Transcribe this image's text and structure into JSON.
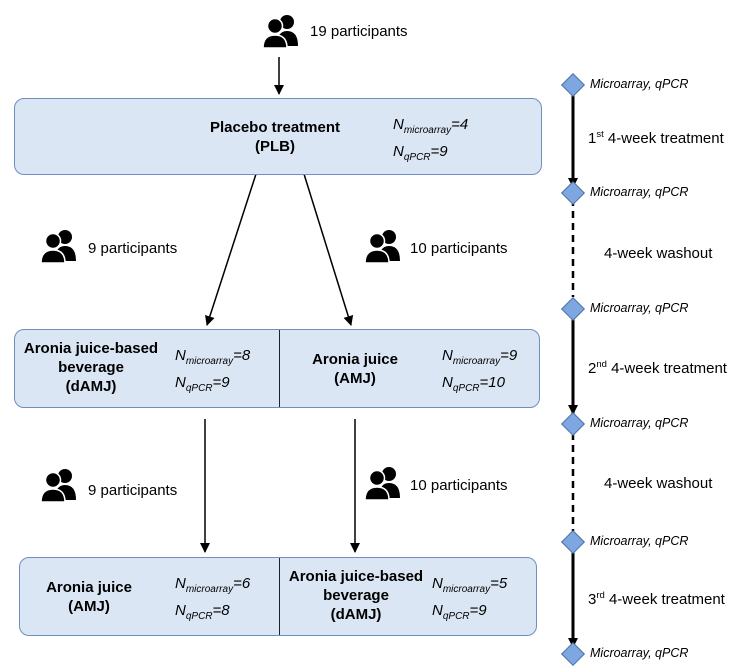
{
  "participants": {
    "top": "19 participants",
    "left1": "9 participants",
    "right1": "10 participants",
    "left2": "9 participants",
    "right2": "10 participants"
  },
  "boxes": {
    "placebo": {
      "label_line1": "Placebo treatment",
      "label_line2": "(PLB)",
      "n_array_prefix": "N",
      "n_array_sub": "microarray",
      "n_array_val": "=4",
      "n_qpcr_prefix": "N",
      "n_qpcr_sub": "qPCR",
      "n_qpcr_val": "=9"
    },
    "p2_left": {
      "label_line1": "Aronia juice-based",
      "label_line2": "beverage",
      "label_line3": "(dAMJ)",
      "n_array_prefix": "N",
      "n_array_sub": "microarray",
      "n_array_val": "=8",
      "n_qpcr_prefix": "N",
      "n_qpcr_sub": "qPCR",
      "n_qpcr_val": "=9"
    },
    "p2_right": {
      "label_line1": "Aronia juice",
      "label_line2": "(AMJ)",
      "n_array_prefix": "N",
      "n_array_sub": "microarray",
      "n_array_val": "=9",
      "n_qpcr_prefix": "N",
      "n_qpcr_sub": "qPCR",
      "n_qpcr_val": "=10"
    },
    "p3_left": {
      "label_line1": "Aronia juice",
      "label_line2": "(AMJ)",
      "n_array_prefix": "N",
      "n_array_sub": "microarray",
      "n_array_val": "=6",
      "n_qpcr_prefix": "N",
      "n_qpcr_sub": "qPCR",
      "n_qpcr_val": "=8"
    },
    "p3_right": {
      "label_line1": "Aronia juice-based",
      "label_line2": "beverage",
      "label_line3": "(dAMJ)",
      "n_array_prefix": "N",
      "n_array_sub": "microarray",
      "n_array_val": "=5",
      "n_qpcr_prefix": "N",
      "n_qpcr_sub": "qPCR",
      "n_qpcr_val": "=9"
    }
  },
  "timeline": {
    "sampling_label": "Microarray, qPCR",
    "phases": {
      "t1_num": "1",
      "t1_sup": "st",
      "t1_rest": " 4-week treatment",
      "w1": "4-week washout",
      "t2_num": "2",
      "t2_sup": "nd",
      "t2_rest": " 4-week treatment",
      "w2": "4-week washout",
      "t3_num": "3",
      "t3_sup": "rd",
      "t3_rest": " 4-week treatment"
    }
  },
  "colors": {
    "box_fill": "#dbe6f5",
    "box_border": "#6f8fc0",
    "diamond_fill": "#7ea6e0",
    "diamond_border": "#4a6fa5",
    "line": "#000000",
    "icon": "#000000"
  },
  "icons": {
    "people": "people-icon",
    "diamond": "sampling-diamond-icon"
  }
}
